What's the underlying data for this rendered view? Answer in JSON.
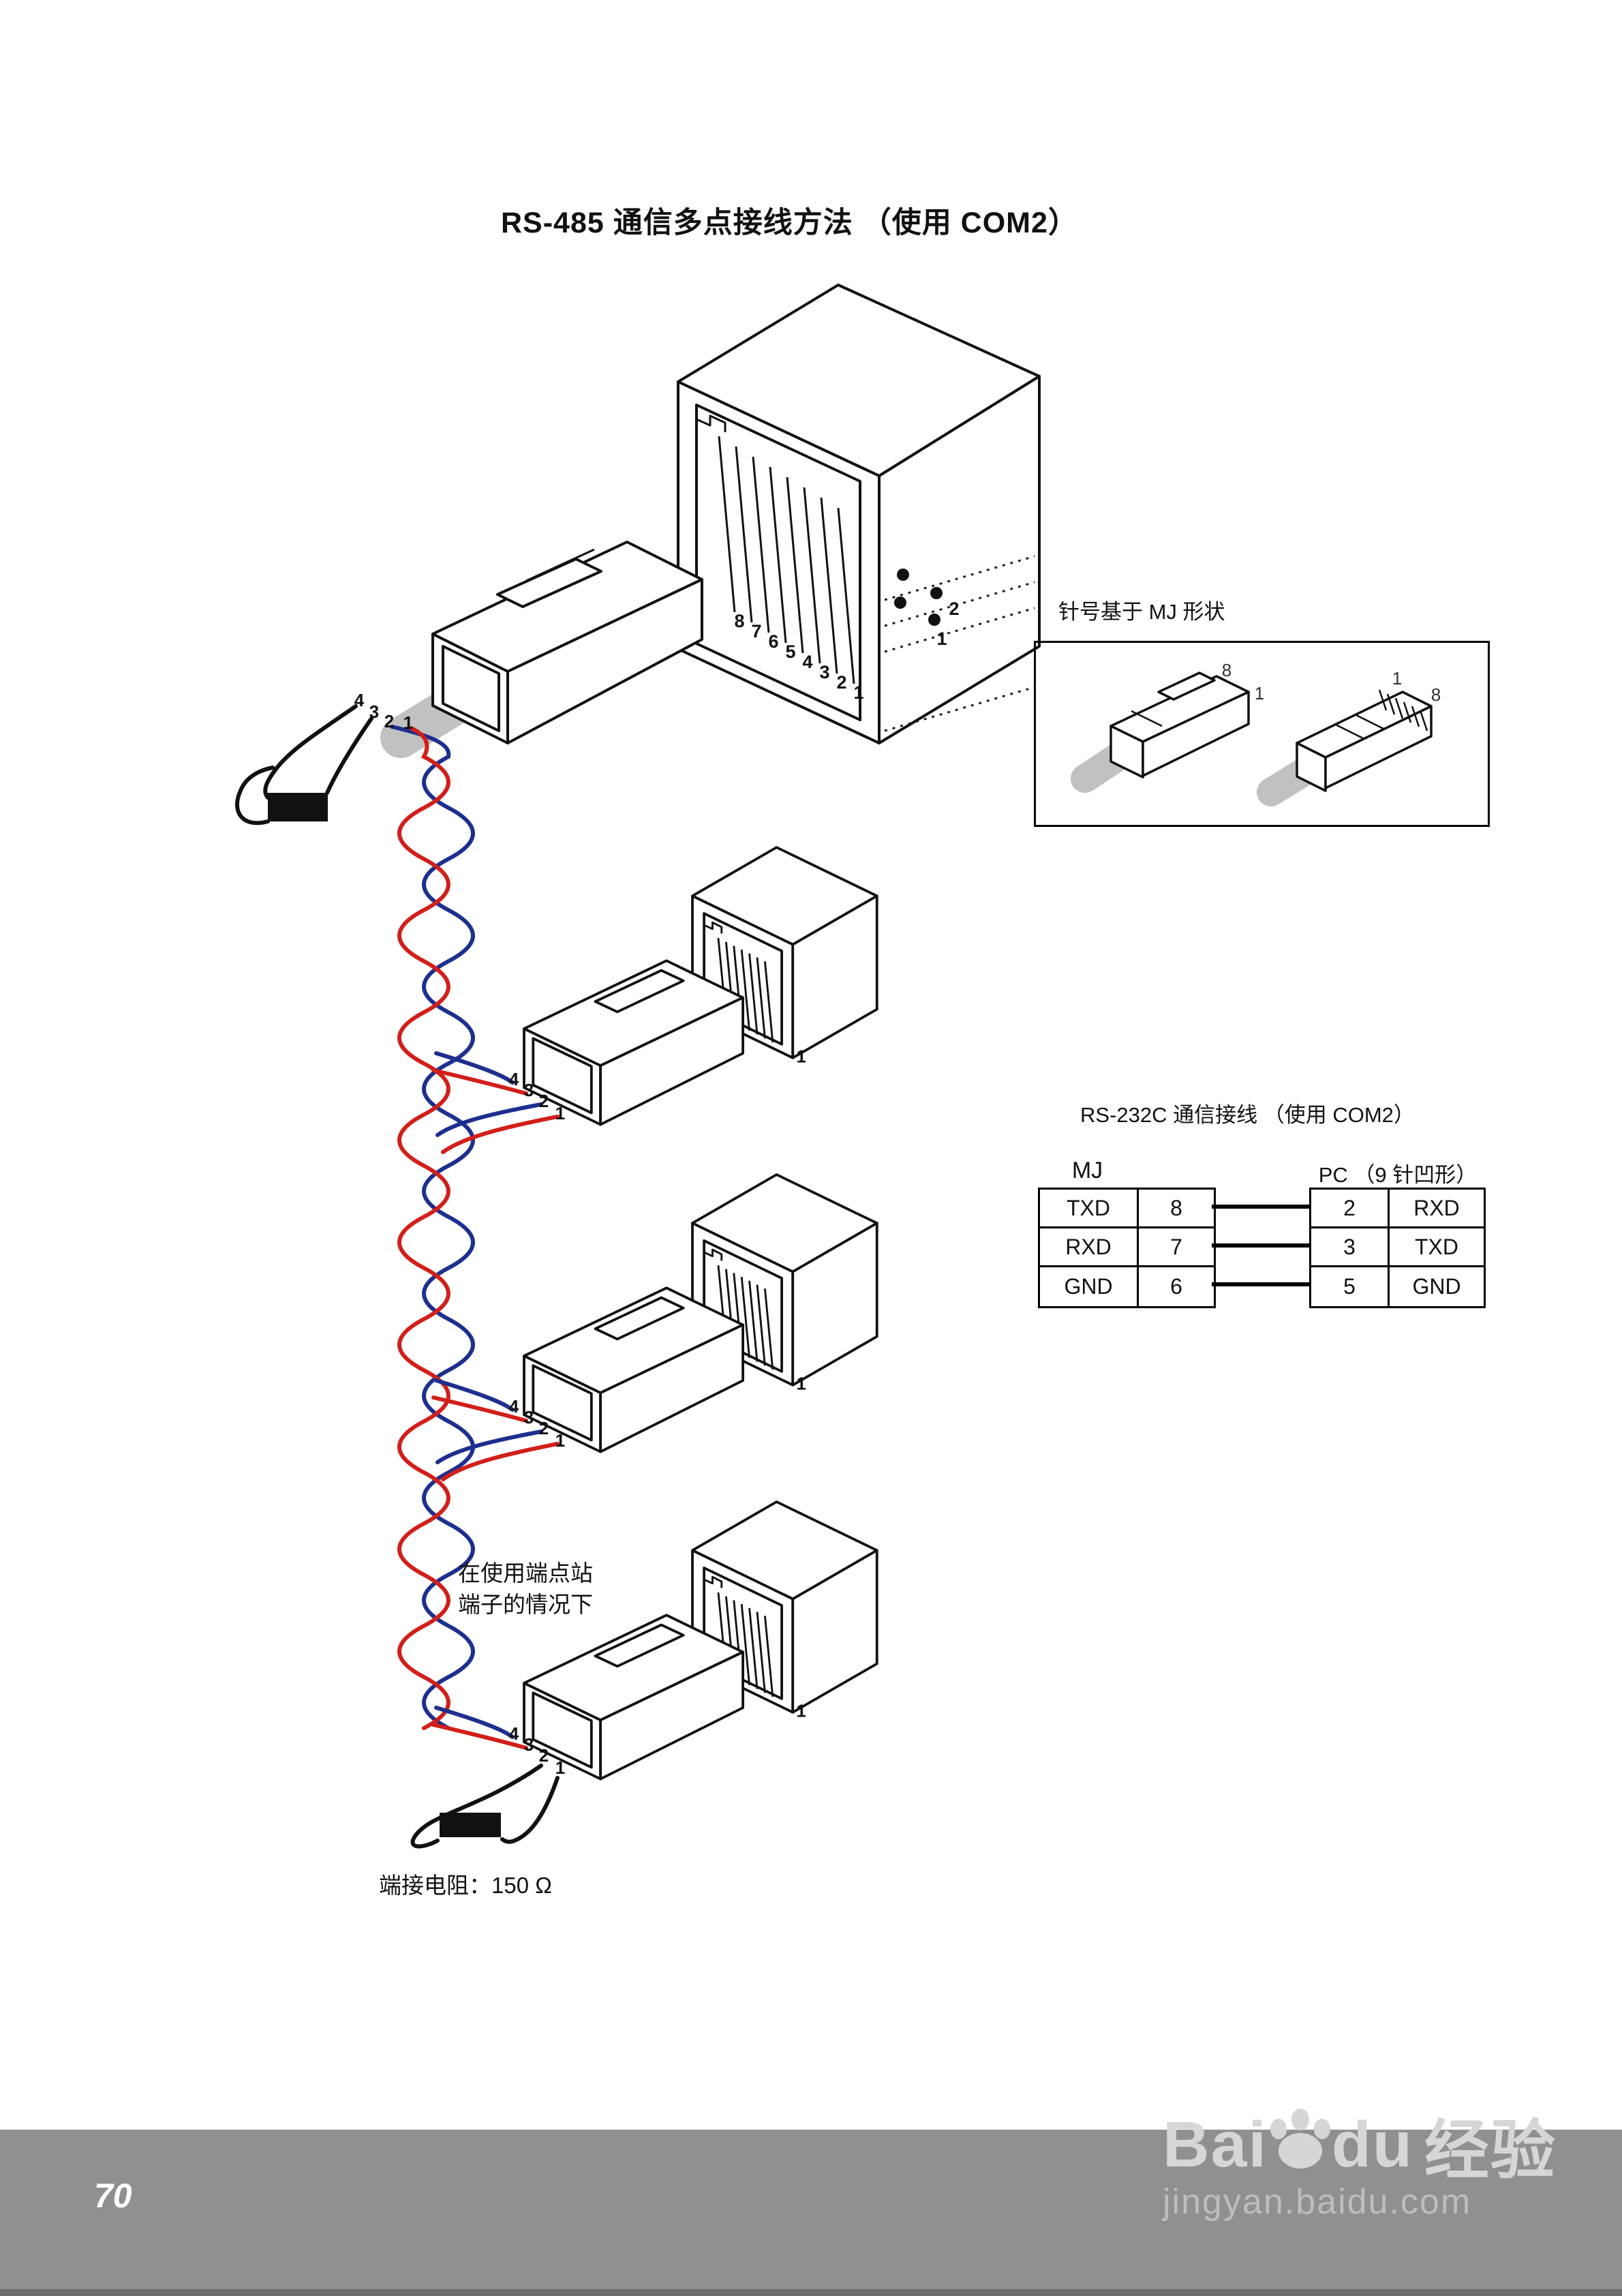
{
  "title": "RS-485 通信多点接线方法 （使用 COM2）",
  "mj_note": "针号基于 MJ 形状",
  "jack1": {
    "pins": [
      "8",
      "7",
      "6",
      "5",
      "4",
      "3",
      "2",
      "1"
    ],
    "dot2": "2",
    "dot1": "1"
  },
  "wires": {
    "w4": "4",
    "w3": "3",
    "w2": "2",
    "w1": "1"
  },
  "station_jack_pin1": "1",
  "mj_box": {
    "left_top": "8",
    "left_side": "1",
    "right_top": "1",
    "right_side": "8"
  },
  "terminal_note": {
    "line1": "在使用端点站",
    "line2": "端子的情况下"
  },
  "resistor_note": "端接电阻：150 Ω",
  "rs232c": {
    "title": "RS-232C 通信接线 （使用 COM2）",
    "left_header": "MJ",
    "right_header": "PC （9 针凹形）",
    "left_rows": [
      [
        "TXD",
        "8"
      ],
      [
        "RXD",
        "7"
      ],
      [
        "GND",
        "6"
      ]
    ],
    "right_rows": [
      [
        "2",
        "RXD"
      ],
      [
        "3",
        "TXD"
      ],
      [
        "5",
        "GND"
      ]
    ]
  },
  "footer": {
    "page_number": "70",
    "brand_prefix": "Bai",
    "brand_mid": "du",
    "brand_suffix": "经验",
    "watermark_url": "jingyan.baidu.com"
  }
}
